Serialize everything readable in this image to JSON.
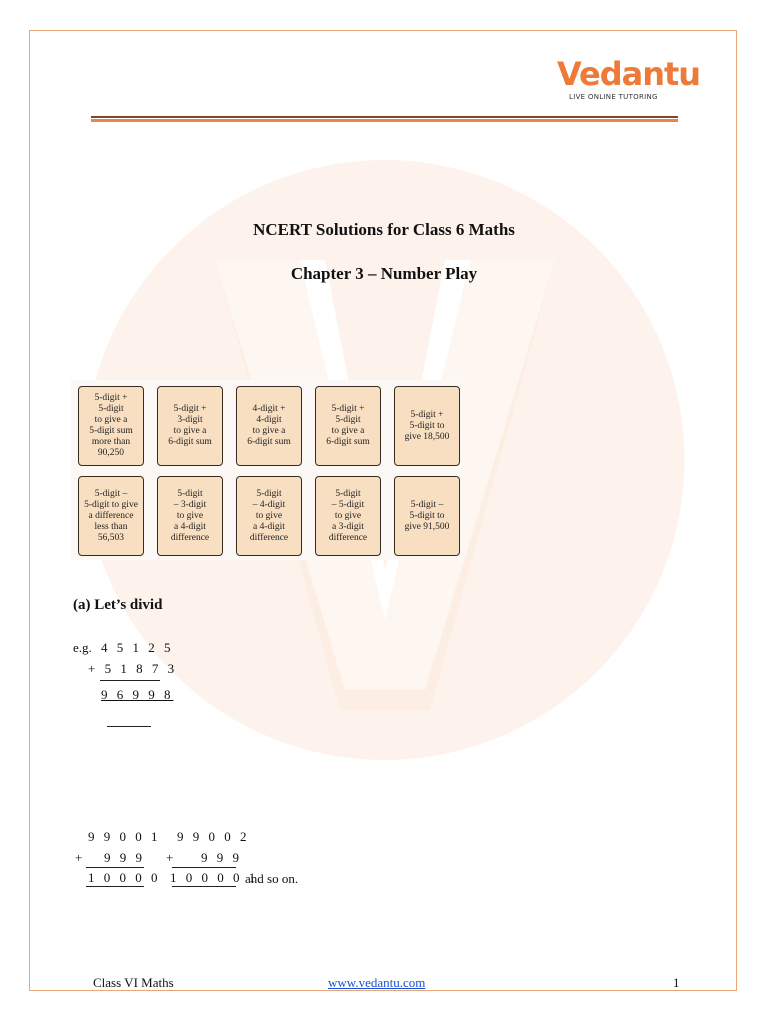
{
  "brand": {
    "name": "Vedantu",
    "tagline": "LIVE ONLINE TUTORING"
  },
  "doc": {
    "title": "NCERT Solutions for Class 6 Maths",
    "chapter": "Chapter 3 – Number Play"
  },
  "cards": [
    "5-digit +\n5-digit\nto give a\n5-digit sum\nmore than\n90,250",
    "5-digit +\n3-digit\nto give a\n6-digit sum",
    "4-digit +\n4-digit\nto give a\n6-digit sum",
    "5-digit +\n5-digit\nto give a\n6-digit sum",
    "5-digit +\n5-digit to\ngive 18,500",
    "5-digit –\n5-digit to give\na difference\nless than\n56,503",
    "5-digit\n– 3-digit\nto give\na 4-digit\ndifference",
    "5-digit\n– 4-digit\nto give\na 4-digit\ndifference",
    "5-digit\n– 5-digit\nto give\na 3-digit\ndifference",
    "5-digit –\n5-digit to\ngive 91,500"
  ],
  "section": {
    "heading": "(a) Let’s divid"
  },
  "example1": {
    "label": "e.g.",
    "line1": "4 5 1 2 5",
    "line2": "+ 5 1 8 7 3",
    "result": "9 6 9 9 8"
  },
  "example2": {
    "a1": "9 9 0 0 1",
    "a2": "+",
    "a3": "9 9 9",
    "a_sum": "1 0 0 0 0",
    "b1": "9 9 0 0 2",
    "b2": "+",
    "b3": "9 9 9",
    "b_sum": "1 0 0 0 0 1",
    "tail": "and so on."
  },
  "footer": {
    "left": "Class VI Maths",
    "link": "www.vedantu.com",
    "page": "1"
  },
  "colors": {
    "accent": "#ee7a3a",
    "border": "#e8a77a",
    "card_fill": "#f8dfc2",
    "link": "#1a4fd6"
  }
}
